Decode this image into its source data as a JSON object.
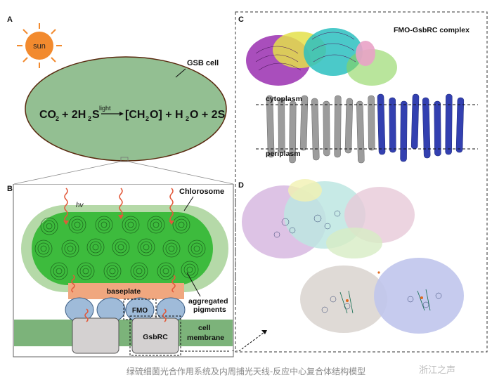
{
  "panels": {
    "a": "A",
    "b": "B",
    "c": "C",
    "d": "D"
  },
  "panel_a": {
    "sun_label": "sun",
    "cell_label": "GSB cell",
    "equation": {
      "co2": "CO",
      "co2_sub": "2",
      "plus1": "+ 2H",
      "h2s_sub": "2",
      "h2s_s": "S",
      "arrow_label": "light",
      "product": "[CH",
      "product_sub": "2",
      "product_end": "O] + H",
      "h2o_sub": "2",
      "tail": "O + 2S"
    }
  },
  "panel_b": {
    "chlorosome_label": "Chlorosome",
    "hv_label": "hv",
    "baseplate_label": "baseplate",
    "fmo_label": "FMO",
    "gsbrc_label": "GsbRC",
    "aggregated_label_1": "aggregated",
    "aggregated_label_2": "pigments",
    "membrane_label_1": "cell",
    "membrane_label_2": "membrane"
  },
  "panel_c": {
    "title": "FMO-GsbRC complex",
    "cytoplasm_label": "cytoplasm",
    "periplasm_label": "periplasm"
  },
  "caption": "绿硫细菌光合作用系统及内周捕光天线-反应中心复合体结构模型",
  "watermark": "浙江之声",
  "colors": {
    "sun": "#f28a2e",
    "cell_fill": "#93bf92",
    "chlorosome_outer": "#b5d9a8",
    "chlorosome_inner": "#3dbb3d",
    "baseplate": "#f0a77f",
    "fmo": "#9fbbd9",
    "membrane": "#7cb37a",
    "gsbrc": "#d4d1d1",
    "helix_gray": "#9c9c9c",
    "helix_blue": "#3340b0"
  }
}
